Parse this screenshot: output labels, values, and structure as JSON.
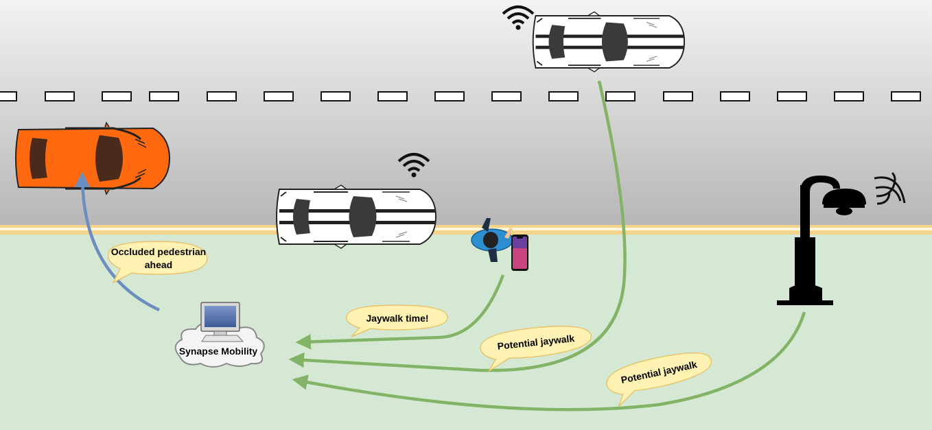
{
  "diagram": {
    "hub": {
      "label": "Synapse Mobility",
      "icon": "cloud-computer-icon"
    },
    "bubbles": [
      {
        "id": "occluded",
        "lines": [
          "Occluded pedestrian",
          "ahead"
        ]
      },
      {
        "id": "pedestrian-msg",
        "lines": [
          "Jaywalk time!"
        ]
      },
      {
        "id": "car-msg",
        "lines": [
          "Potential jaywalk"
        ]
      },
      {
        "id": "lamp-msg",
        "lines": [
          "Potential jaywalk"
        ]
      }
    ],
    "colors": {
      "road": "#b8b8b8",
      "sidewalk": "#d5e8d4",
      "curb": "#f3d28a",
      "uplink_arrow": "#82b366",
      "downlink_arrow": "#6c8ebf",
      "bubble_fill": "#fff2b3",
      "bubble_stroke": "#e8c36b",
      "orange_car": "#ff6a10"
    },
    "icons": [
      "wifi-icon",
      "car-icon",
      "pedestrian-icon",
      "smartphone-icon",
      "street-lamp-icon",
      "signal-icon"
    ]
  }
}
